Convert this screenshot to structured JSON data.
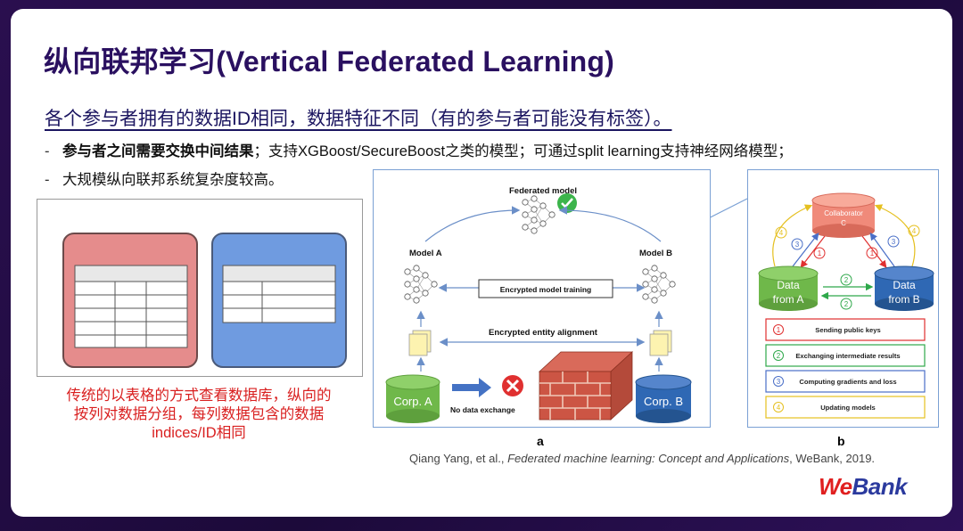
{
  "title": "纵向联邦学习(Vertical Federated Learning)",
  "subtitle": "各个参与者拥有的数据ID相同，数据特征不同（有的参与者可能没有标签）。",
  "bullets": {
    "b1_bold": "参与者之间需要交换中间结果",
    "b1_rest": "；支持XGBoost/SecureBoost之类的模型；可通过split learning支持神经网络模型；",
    "b2": "大规模纵向联邦系统复杂度较高。",
    "dash": "-"
  },
  "caption": {
    "line1": "传统的以表格的方式查看数据库，纵向的",
    "line2": "按列对数据分组，每列数据包含的数据",
    "line3": "indices/ID相同"
  },
  "figure_a": {
    "federated_model": "Federated model",
    "model_a": "Model A",
    "model_b": "Model B",
    "encrypted_training": "Encrypted model training",
    "entity_alignment": "Encrypted entity alignment",
    "corp_a": "Corp. A",
    "corp_b": "Corp. B",
    "no_exchange": "No data exchange",
    "label": "a"
  },
  "figure_b": {
    "collaborator_line1": "Collaborator",
    "collaborator_line2": "C",
    "data_a_line1": "Data",
    "data_a_line2": "from A",
    "data_b_line1": "Data",
    "data_b_line2": "from B",
    "num1": "1",
    "num2": "2",
    "num3": "3",
    "num4": "4",
    "legend": [
      {
        "num": "1",
        "text": "Sending public keys",
        "color": "#e03030"
      },
      {
        "num": "2",
        "text": "Exchanging intermediate results",
        "color": "#2ea84a"
      },
      {
        "num": "3",
        "text": "Computing gradients and loss",
        "color": "#4a6fc7"
      },
      {
        "num": "4",
        "text": "Updating models",
        "color": "#e5c020"
      }
    ],
    "label": "b"
  },
  "citation": {
    "author": "Qiang Yang, et al., ",
    "work": "Federated machine learning: Concept and Applications",
    "rest": ", WeBank, 2019."
  },
  "logo": {
    "part1": "We",
    "part2": "Bank"
  },
  "colors": {
    "background": "#2a0f4f",
    "title": "#2a1060",
    "caption": "#d92020",
    "table_red": "#e58c8c",
    "table_blue": "#6f9be0",
    "cyl_green": "#6fb84a",
    "cyl_blue": "#2f68b4"
  }
}
